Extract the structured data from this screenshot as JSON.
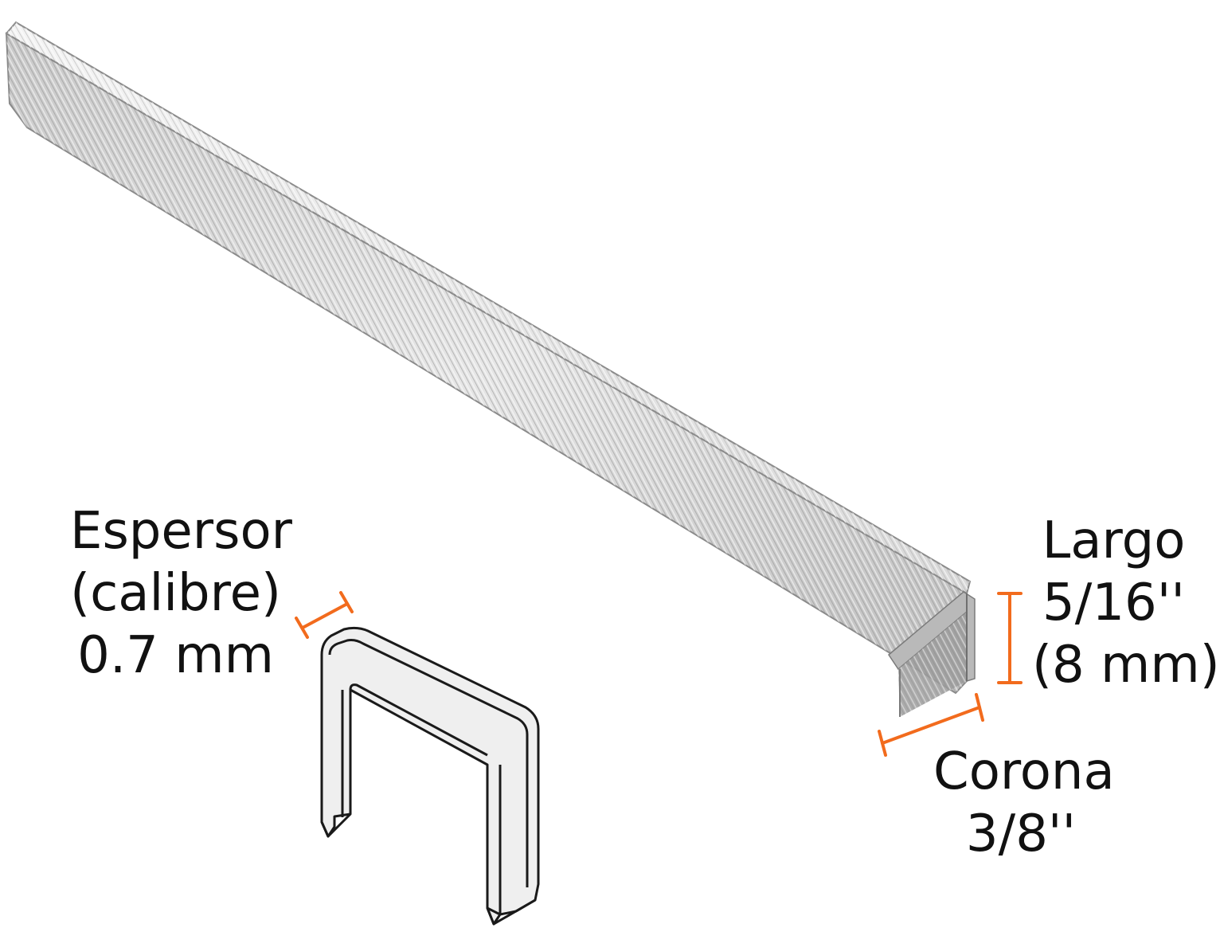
{
  "accent_color": "#f26b1d",
  "thickness": {
    "title": "Espersor",
    "subtitle": "(calibre)",
    "value": "0.7 mm"
  },
  "length": {
    "title": "Largo",
    "value_in": "5/16''",
    "value_mm": "(8 mm)"
  },
  "crown": {
    "title": "Corona",
    "value": "3/8''"
  }
}
